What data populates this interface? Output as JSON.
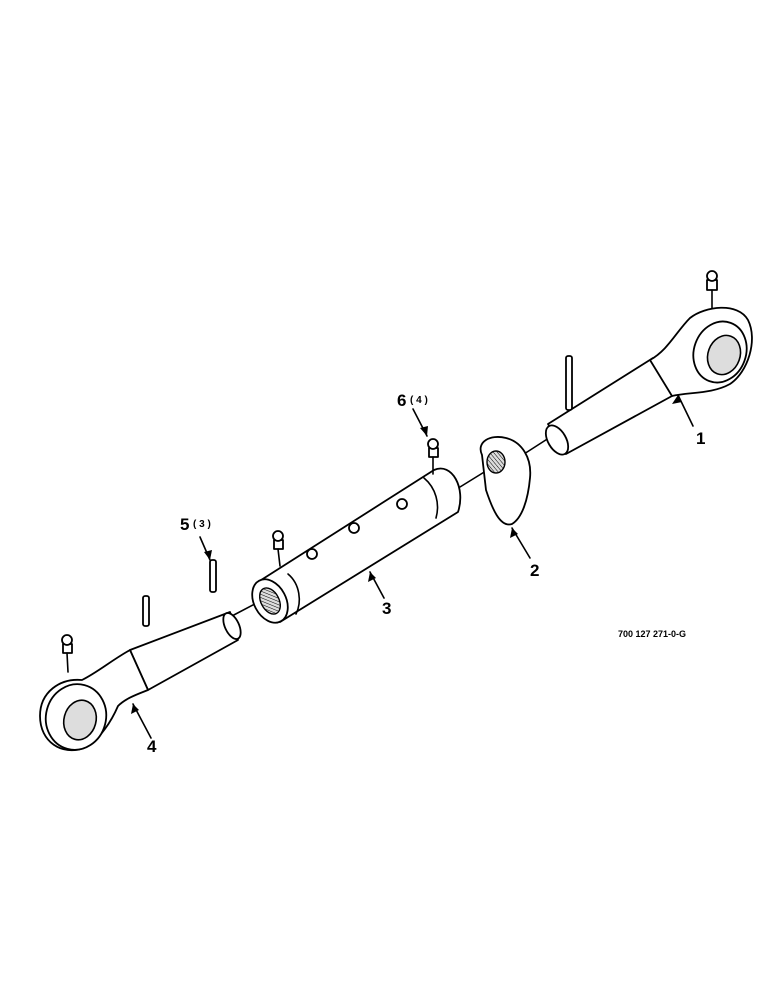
{
  "callouts": [
    {
      "id": "1",
      "label": "1",
      "qty": ""
    },
    {
      "id": "2",
      "label": "2",
      "qty": ""
    },
    {
      "id": "3",
      "label": "3",
      "qty": ""
    },
    {
      "id": "4",
      "label": "4",
      "qty": ""
    },
    {
      "id": "5",
      "label": "5",
      "qty": "( 3 )"
    },
    {
      "id": "6",
      "label": "6",
      "qty": "( 4 )"
    }
  ],
  "reference_number": "700 127 271-0-G"
}
